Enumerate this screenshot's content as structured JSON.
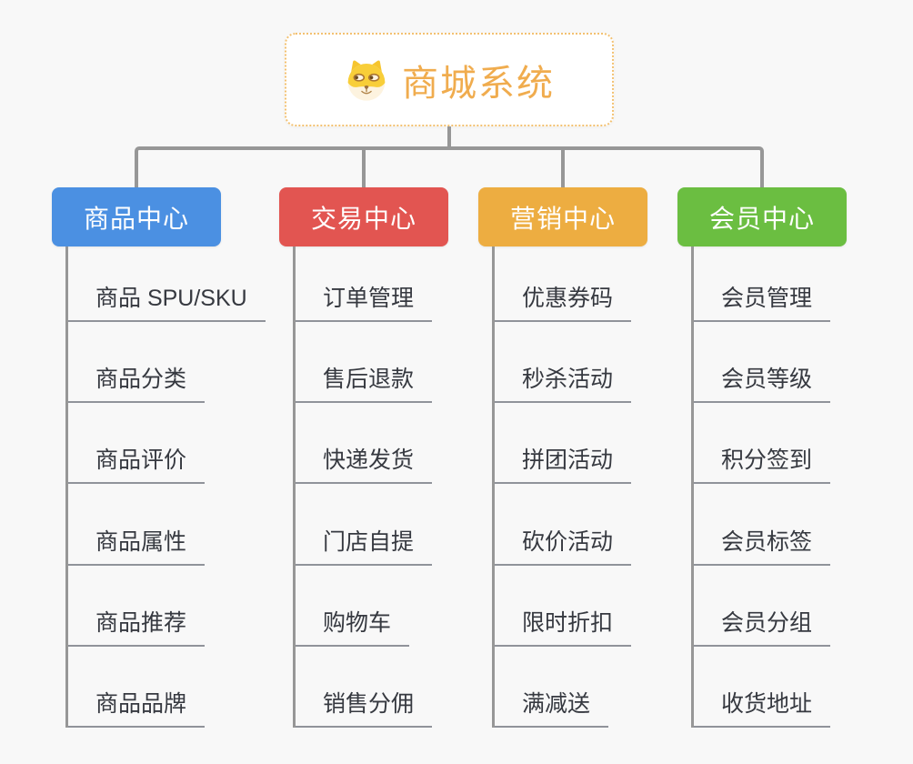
{
  "root": {
    "title": "商城系统",
    "icon": "doge-icon"
  },
  "branches": [
    {
      "label": "商品中心",
      "color": "#4B90E2",
      "items": [
        "商品 SPU/SKU",
        "商品分类",
        "商品评价",
        "商品属性",
        "商品推荐",
        "商品品牌"
      ]
    },
    {
      "label": "交易中心",
      "color": "#E25551",
      "items": [
        "订单管理",
        "售后退款",
        "快递发货",
        "门店自提",
        "购物车",
        "销售分佣"
      ]
    },
    {
      "label": "营销中心",
      "color": "#EDAD41",
      "items": [
        "优惠券码",
        "秒杀活动",
        "拼团活动",
        "砍价活动",
        "限时折扣",
        "满减送"
      ]
    },
    {
      "label": "会员中心",
      "color": "#6BBE41",
      "items": [
        "会员管理",
        "会员等级",
        "积分签到",
        "会员标签",
        "会员分组",
        "收货地址"
      ]
    }
  ],
  "palette": {
    "background": "#F8F8F8",
    "connector_gray": "#979797",
    "leaf_underline_gray": "#90939A",
    "leaf_text": "#363940",
    "root_text_orange": "#F0AC4E",
    "root_border_orange": "#F3C171"
  }
}
